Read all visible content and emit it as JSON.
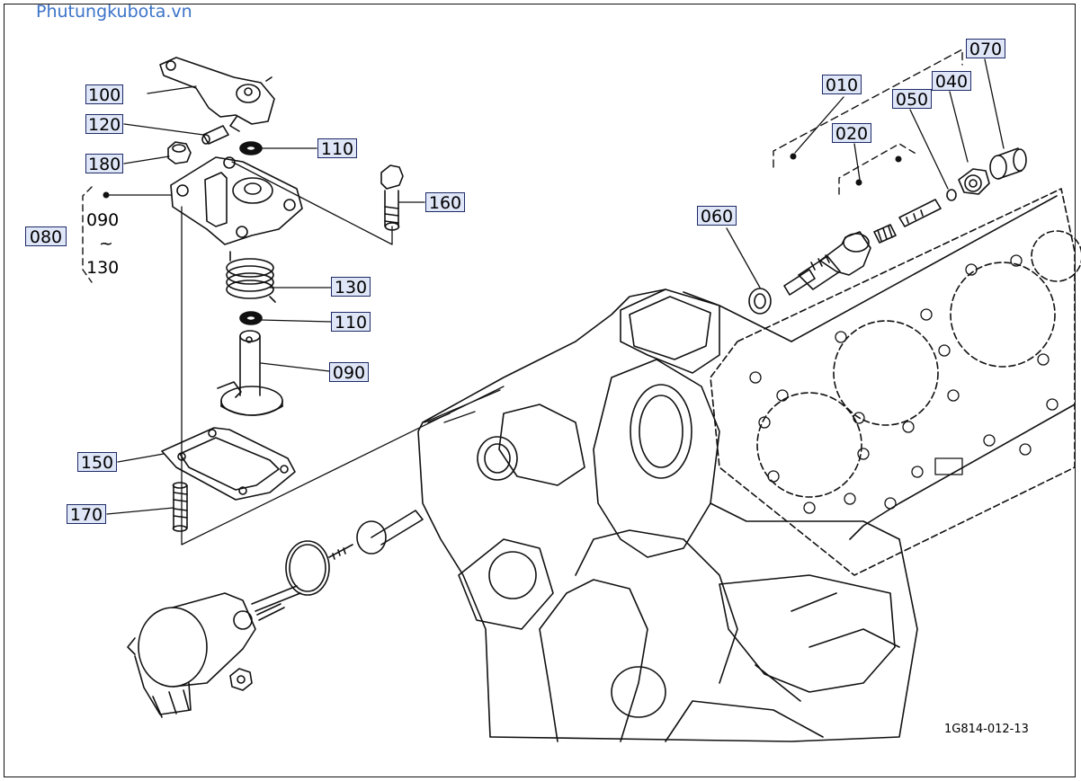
{
  "watermark": "Phutungkubota.vn",
  "drawing_code": "1G814-012-13",
  "labels": {
    "p010": "010",
    "p020": "020",
    "p040": "040",
    "p050": "050",
    "p060": "060",
    "p070": "070",
    "p080": "080",
    "p090": "090",
    "p100": "100",
    "p110a": "110",
    "p110b": "110",
    "p120": "120",
    "p130": "130",
    "p150": "150",
    "p160": "160",
    "p170": "170",
    "p180": "180"
  },
  "group_080": {
    "range_start": "090",
    "range_tilde": "~",
    "range_end": "130"
  }
}
